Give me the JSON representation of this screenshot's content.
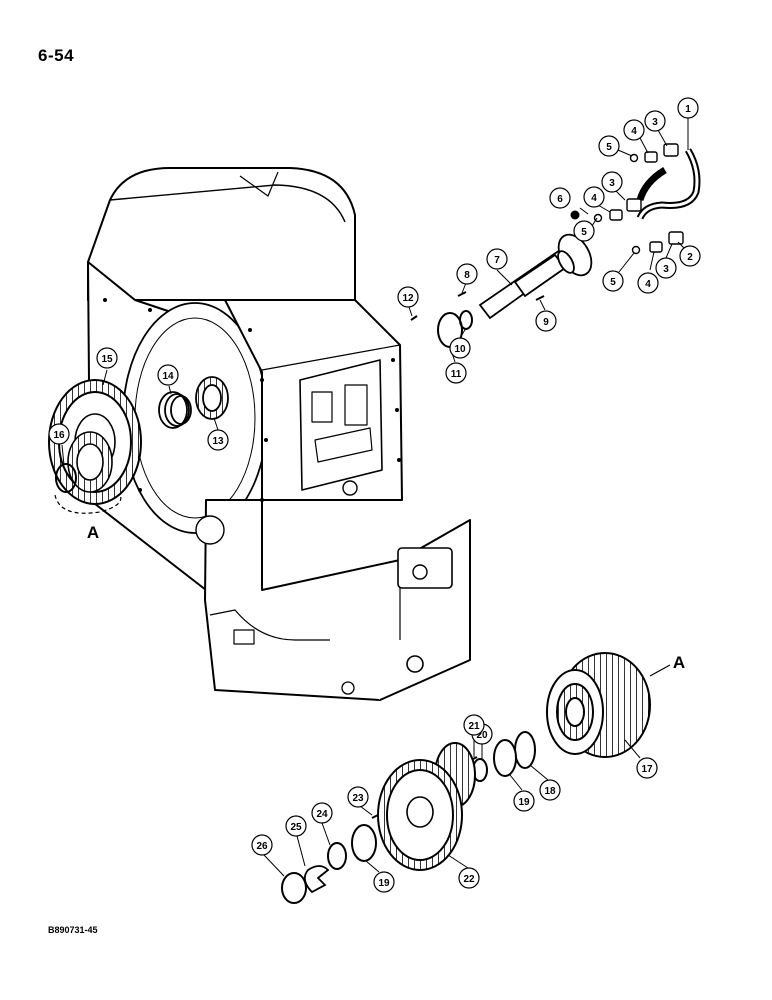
{
  "page": {
    "number": "6-54",
    "figure_code": "B890731-45"
  },
  "reference_letter": "A",
  "callouts": [
    {
      "id": "c1",
      "label": "1"
    },
    {
      "id": "c2",
      "label": "2"
    },
    {
      "id": "c3a",
      "label": "3"
    },
    {
      "id": "c3b",
      "label": "3"
    },
    {
      "id": "c3c",
      "label": "3"
    },
    {
      "id": "c4a",
      "label": "4"
    },
    {
      "id": "c4b",
      "label": "4"
    },
    {
      "id": "c4c",
      "label": "4"
    },
    {
      "id": "c5a",
      "label": "5"
    },
    {
      "id": "c5b",
      "label": "5"
    },
    {
      "id": "c5c",
      "label": "5"
    },
    {
      "id": "c6",
      "label": "6"
    },
    {
      "id": "c7",
      "label": "7"
    },
    {
      "id": "c8",
      "label": "8"
    },
    {
      "id": "c9",
      "label": "9"
    },
    {
      "id": "c10",
      "label": "10"
    },
    {
      "id": "c11",
      "label": "11"
    },
    {
      "id": "c12",
      "label": "12"
    },
    {
      "id": "c13",
      "label": "13"
    },
    {
      "id": "c14",
      "label": "14"
    },
    {
      "id": "c15",
      "label": "15"
    },
    {
      "id": "c16",
      "label": "16"
    },
    {
      "id": "c17",
      "label": "17"
    },
    {
      "id": "c18",
      "label": "18"
    },
    {
      "id": "c19a",
      "label": "19"
    },
    {
      "id": "c19b",
      "label": "19"
    },
    {
      "id": "c20",
      "label": "20"
    },
    {
      "id": "c21",
      "label": "21"
    },
    {
      "id": "c22",
      "label": "22"
    },
    {
      "id": "c23",
      "label": "23"
    },
    {
      "id": "c24",
      "label": "24"
    },
    {
      "id": "c25",
      "label": "25"
    },
    {
      "id": "c26",
      "label": "26"
    }
  ]
}
